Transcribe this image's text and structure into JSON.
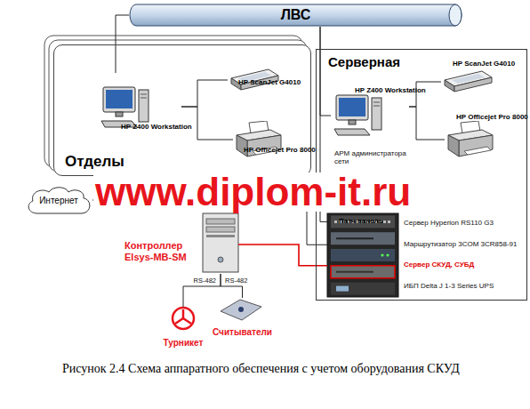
{
  "diagram": {
    "caption": "Рисунок 2.4 Схема аппаратного обеспечения с учетом оборудования СКУД",
    "nodes": [
      {
        "text": [
          "ЛВС"
        ]
      },
      {
        "text": [
          "Отделы"
        ]
      },
      {
        "text": [
          "HP Z400 Workstation"
        ],
        "in": 1
      },
      {
        "text": [
          "HP ScanJet G4010"
        ],
        "in": 1
      },
      {
        "text": [
          "HP Officejet Pro 8000"
        ],
        "in": 1
      },
      {
        "text": [
          "Серверная"
        ]
      },
      {
        "text": [
          "HP ScanJet G4010"
        ],
        "in": 5
      },
      {
        "text": [
          "HP Z400 Workstation",
          "АРМ администратора сети"
        ],
        "in": 5
      },
      {
        "text": [
          "HP Officejet Pro 8000"
        ],
        "in": 5
      },
      {
        "text": [
          "Патч панель",
          "Сервер Hyperion RS110 G3",
          "Маршрутизатор 3COM 3CR858-91",
          "Сервер СКУД, СУБД",
          "ИБП Delta J 1-3 Series UPS"
        ],
        "in": 5
      },
      {
        "text": [
          "Интернет"
        ]
      },
      {
        "text": [
          "Контроллер Elsys-MB-SM"
        ]
      },
      {
        "text": [
          "Турникет"
        ]
      },
      {
        "text": [
          "Считыватели"
        ]
      }
    ],
    "edges": [
      {
        "from": 0,
        "to": 2,
        "arrow": "none"
      },
      {
        "from": 2,
        "to": 3,
        "arrow": "none"
      },
      {
        "from": 2,
        "to": 4,
        "arrow": "none"
      },
      {
        "from": 0,
        "to": 7,
        "arrow": "none"
      },
      {
        "from": 7,
        "to": 6,
        "arrow": "none"
      },
      {
        "from": 7,
        "to": 8,
        "arrow": "none"
      },
      {
        "from": 0,
        "to": 9,
        "arrow": "none"
      },
      {
        "from": 10,
        "to": 9,
        "arrow": "none"
      },
      {
        "from": 11,
        "to": 9,
        "arrow": "none"
      },
      {
        "from": 11,
        "to": 12,
        "label": "RS-482",
        "arrow": "none"
      },
      {
        "from": 11,
        "to": 13,
        "label": "RS-482",
        "arrow": "none"
      }
    ],
    "labels": [
      "www.diplom-it.ru"
    ]
  }
}
